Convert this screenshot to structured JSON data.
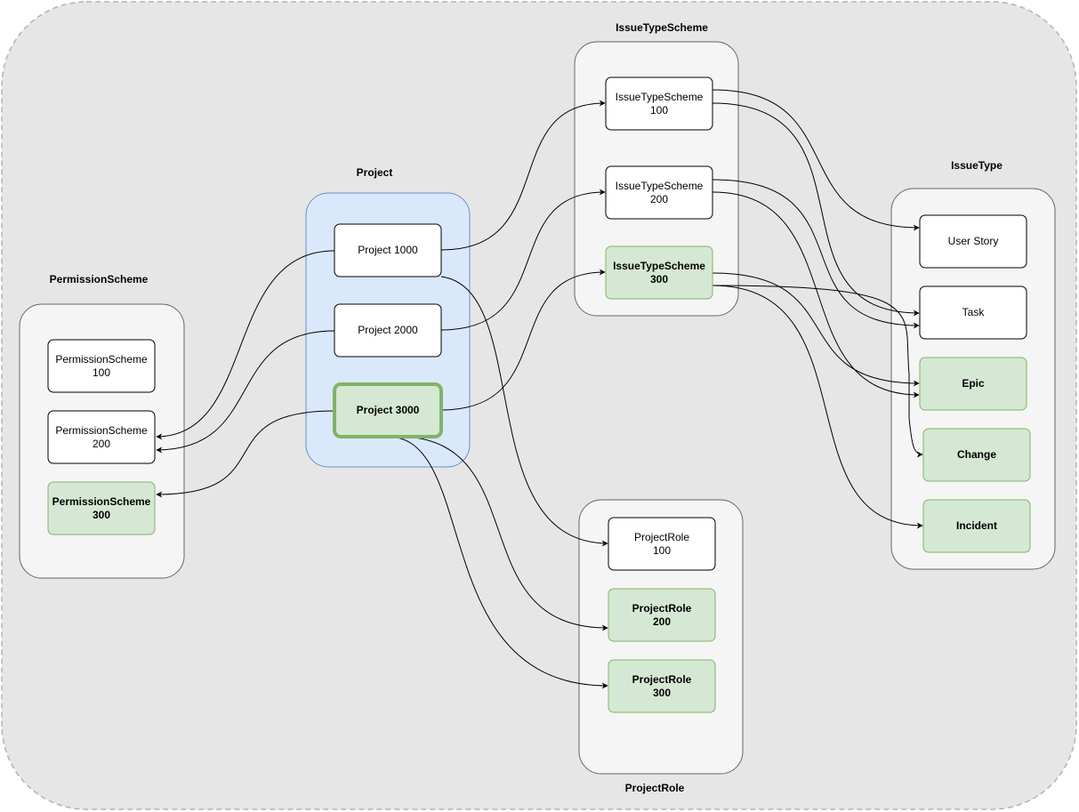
{
  "groups": {
    "permission_scheme": {
      "title": "PermissionScheme",
      "nodes": [
        {
          "lines": [
            "PermissionScheme",
            "100"
          ]
        },
        {
          "lines": [
            "PermissionScheme",
            "200"
          ]
        },
        {
          "lines": [
            "PermissionScheme",
            "300"
          ]
        }
      ]
    },
    "project": {
      "title": "Project",
      "nodes": [
        {
          "lines": [
            "Project 1000"
          ]
        },
        {
          "lines": [
            "Project 2000"
          ]
        },
        {
          "lines": [
            "Project 3000"
          ]
        }
      ]
    },
    "issue_type_scheme": {
      "title": "IssueTypeScheme",
      "nodes": [
        {
          "lines": [
            "IssueTypeScheme",
            "100"
          ]
        },
        {
          "lines": [
            "IssueTypeScheme",
            "200"
          ]
        },
        {
          "lines": [
            "IssueTypeScheme",
            "300"
          ]
        }
      ]
    },
    "issue_type": {
      "title": "IssueType",
      "nodes": [
        {
          "lines": [
            "User Story"
          ]
        },
        {
          "lines": [
            "Task"
          ]
        },
        {
          "lines": [
            "Epic"
          ]
        },
        {
          "lines": [
            "Change"
          ]
        },
        {
          "lines": [
            "Incident"
          ]
        }
      ]
    },
    "project_role": {
      "title": "ProjectRole",
      "nodes": [
        {
          "lines": [
            "ProjectRole",
            "100"
          ]
        },
        {
          "lines": [
            "ProjectRole",
            "200"
          ]
        },
        {
          "lines": [
            "ProjectRole",
            "300"
          ]
        }
      ]
    }
  },
  "colors": {
    "background": "#e6e6e6",
    "group_fill": "#f5f5f5",
    "project_fill": "#dae8fc",
    "highlight_fill": "#d5e8d4",
    "highlight_stroke": "#82b366"
  },
  "connections": [
    {
      "from": "Project 1000",
      "to": "IssueTypeScheme 100"
    },
    {
      "from": "Project 1000",
      "to": "PermissionScheme 200"
    },
    {
      "from": "Project 1000",
      "to": "ProjectRole 100"
    },
    {
      "from": "Project 2000",
      "to": "IssueTypeScheme 200"
    },
    {
      "from": "Project 2000",
      "to": "PermissionScheme 200"
    },
    {
      "from": "Project 3000",
      "to": "IssueTypeScheme 300"
    },
    {
      "from": "Project 3000",
      "to": "PermissionScheme 300"
    },
    {
      "from": "Project 3000",
      "to": "ProjectRole 200"
    },
    {
      "from": "Project 3000",
      "to": "ProjectRole 300"
    },
    {
      "from": "IssueTypeScheme 100",
      "to": "User Story"
    },
    {
      "from": "IssueTypeScheme 100",
      "to": "Task"
    },
    {
      "from": "IssueTypeScheme 200",
      "to": "Task"
    },
    {
      "from": "IssueTypeScheme 200",
      "to": "Epic"
    },
    {
      "from": "IssueTypeScheme 300",
      "to": "Epic"
    },
    {
      "from": "IssueTypeScheme 300",
      "to": "Change"
    },
    {
      "from": "IssueTypeScheme 300",
      "to": "Incident"
    }
  ]
}
